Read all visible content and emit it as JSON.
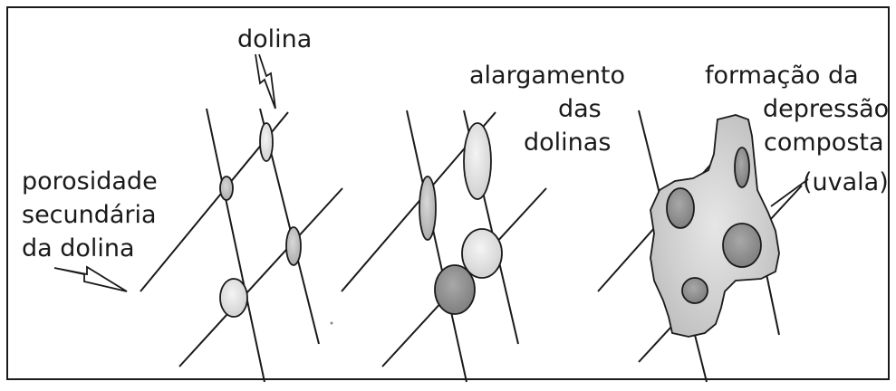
{
  "labels": {
    "dolina": "dolina",
    "porosidade_line1": "porosidade",
    "porosidade_line2": "secundária",
    "porosidade_line3": "da dolina",
    "alargamento_line1": "alargamento",
    "alargamento_line2": "das",
    "alargamento_line3": "dolinas",
    "formacao_line1": "formação da",
    "formacao_line2": "depressão",
    "formacao_line3": "composta",
    "formacao_line4": "(uvala)"
  },
  "colors": {
    "line": "#1a1a1a",
    "sinkhole_light": "#e2e2e2",
    "sinkhole_medium": "#bdbdbd",
    "sinkhole_dark": "#8e8e8e",
    "uvala_fill": "#d3d3d3"
  }
}
